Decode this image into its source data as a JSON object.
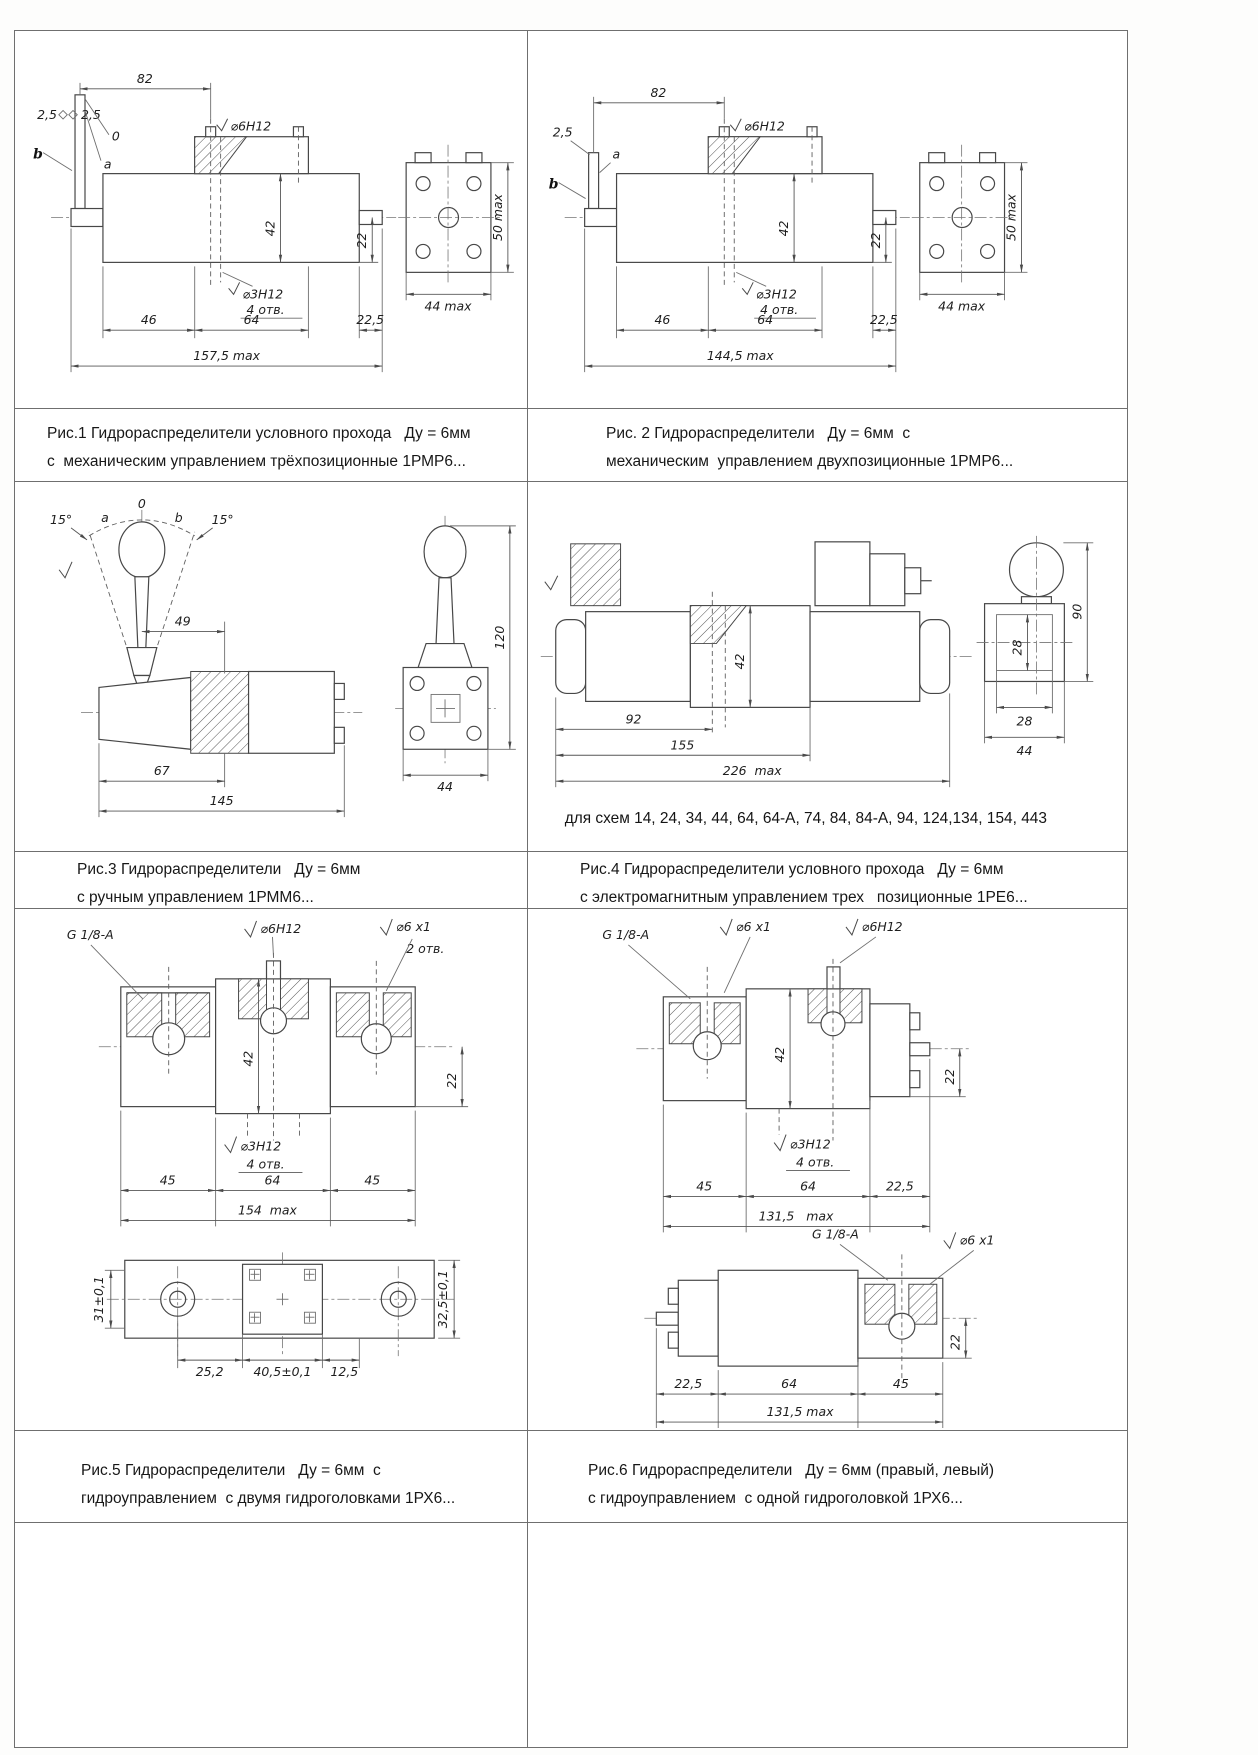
{
  "colors": {
    "line": "#474747",
    "dim": "#565656",
    "text": "#1e1e1e",
    "border": "#6f6f6f",
    "bg": "#ffffff"
  },
  "fig1": {
    "labels": {
      "len82": "82",
      "ch25a": "2,5",
      "ch25b": "2,5",
      "pos_b": "b",
      "pos_0": "0",
      "pos_a": "a",
      "hole_top": "⌀6Н12",
      "h42": "42",
      "h22": "22",
      "h50": "50 max",
      "w44": "44 max",
      "hole_bot": "⌀3Н12",
      "holes4": "4 отв.",
      "w46": "46",
      "w64": "64",
      "w225": "22,5",
      "total": "157,5 max"
    },
    "caption1": "Рис.1 Гидрораспределители условного прохода   Ду = 6мм",
    "caption2": "с  механическим управлением трёхпозиционные 1РМР6..."
  },
  "fig2": {
    "labels": {
      "len82": "82",
      "ch25": "2,5",
      "pos_b": "b",
      "pos_a": "a",
      "hole_top": "⌀6Н12",
      "h42": "42",
      "h22": "22",
      "h50": "50 max",
      "w44": "44 max",
      "hole_bot": "⌀3Н12",
      "holes4": "4 отв.",
      "w46": "46",
      "w64": "64",
      "w225": "22,5",
      "total": "144,5 max"
    },
    "caption1": "Рис. 2 Гидрораспределители   Ду = 6мм  с",
    "caption2": "механическим  управлением двухпозиционные 1РМР6..."
  },
  "fig3": {
    "labels": {
      "ang_l": "15°",
      "ang_r": "15°",
      "pos_a": "a",
      "pos_0": "0",
      "pos_b": "b",
      "w49": "49",
      "h120": "120",
      "w67": "67",
      "total": "145",
      "w44": "44"
    },
    "caption1": "Рис.3 Гидрораспределители   Ду = 6мм",
    "caption2": "с ручным управлением 1РММ6..."
  },
  "fig4": {
    "labels": {
      "h42": "42",
      "w92": "92",
      "w155": "155",
      "total": "226  max",
      "h90": "90",
      "h28": "28",
      "w28": "28",
      "w44": "44"
    },
    "schemes": "для схем 14, 24, 34, 44, 64, 64-А, 74, 84, 84-А, 94, 124,134, 154, 443",
    "caption1": "Рис.4 Гидрораспределители условного прохода   Ду = 6мм",
    "caption2": "с электромагнитным управлением трех   позиционные 1РЕ6..."
  },
  "fig5": {
    "labels": {
      "thread": "G 1/8-А",
      "hole_top": "⌀6Н12",
      "cone": "⌀6 х1",
      "holes2": "2 отв.",
      "h42": "42",
      "h22": "22",
      "hole_bot": "⌀3Н12",
      "holes4": "4 отв.",
      "w45l": "45",
      "w64": "64",
      "w45r": "45",
      "total": "154  max",
      "v31": "31±0,1",
      "w252": "25,2",
      "w405": "40,5±0,1",
      "w125": "12,5",
      "v325": "32,5±0,1"
    },
    "caption1": "Рис.5 Гидрораспределители   Ду = 6мм  с",
    "caption2": "гидроуправлением  с двумя гидроголовками 1РХ6..."
  },
  "fig6": {
    "labels": {
      "thread": "G 1/8-А",
      "cone": "⌀6 х1",
      "hole_top": "⌀6Н12",
      "h42": "42",
      "h22": "22",
      "hole_bot": "⌀3Н12",
      "holes4": "4 отв.",
      "w45": "45",
      "w64": "64",
      "w225": "22,5",
      "total": "131,5   max",
      "thread2": "G 1/8-А",
      "cone2": "⌀6 х1",
      "h22b": "22",
      "w225b": "22,5",
      "w64b": "64",
      "w45b": "45",
      "total2": "131,5 max"
    },
    "caption1": "Рис.6 Гидрораспределители   Ду = 6мм (правый, левый)",
    "caption2": "с гидроуправлением  с одной гидроголовкой 1РХ6..."
  }
}
